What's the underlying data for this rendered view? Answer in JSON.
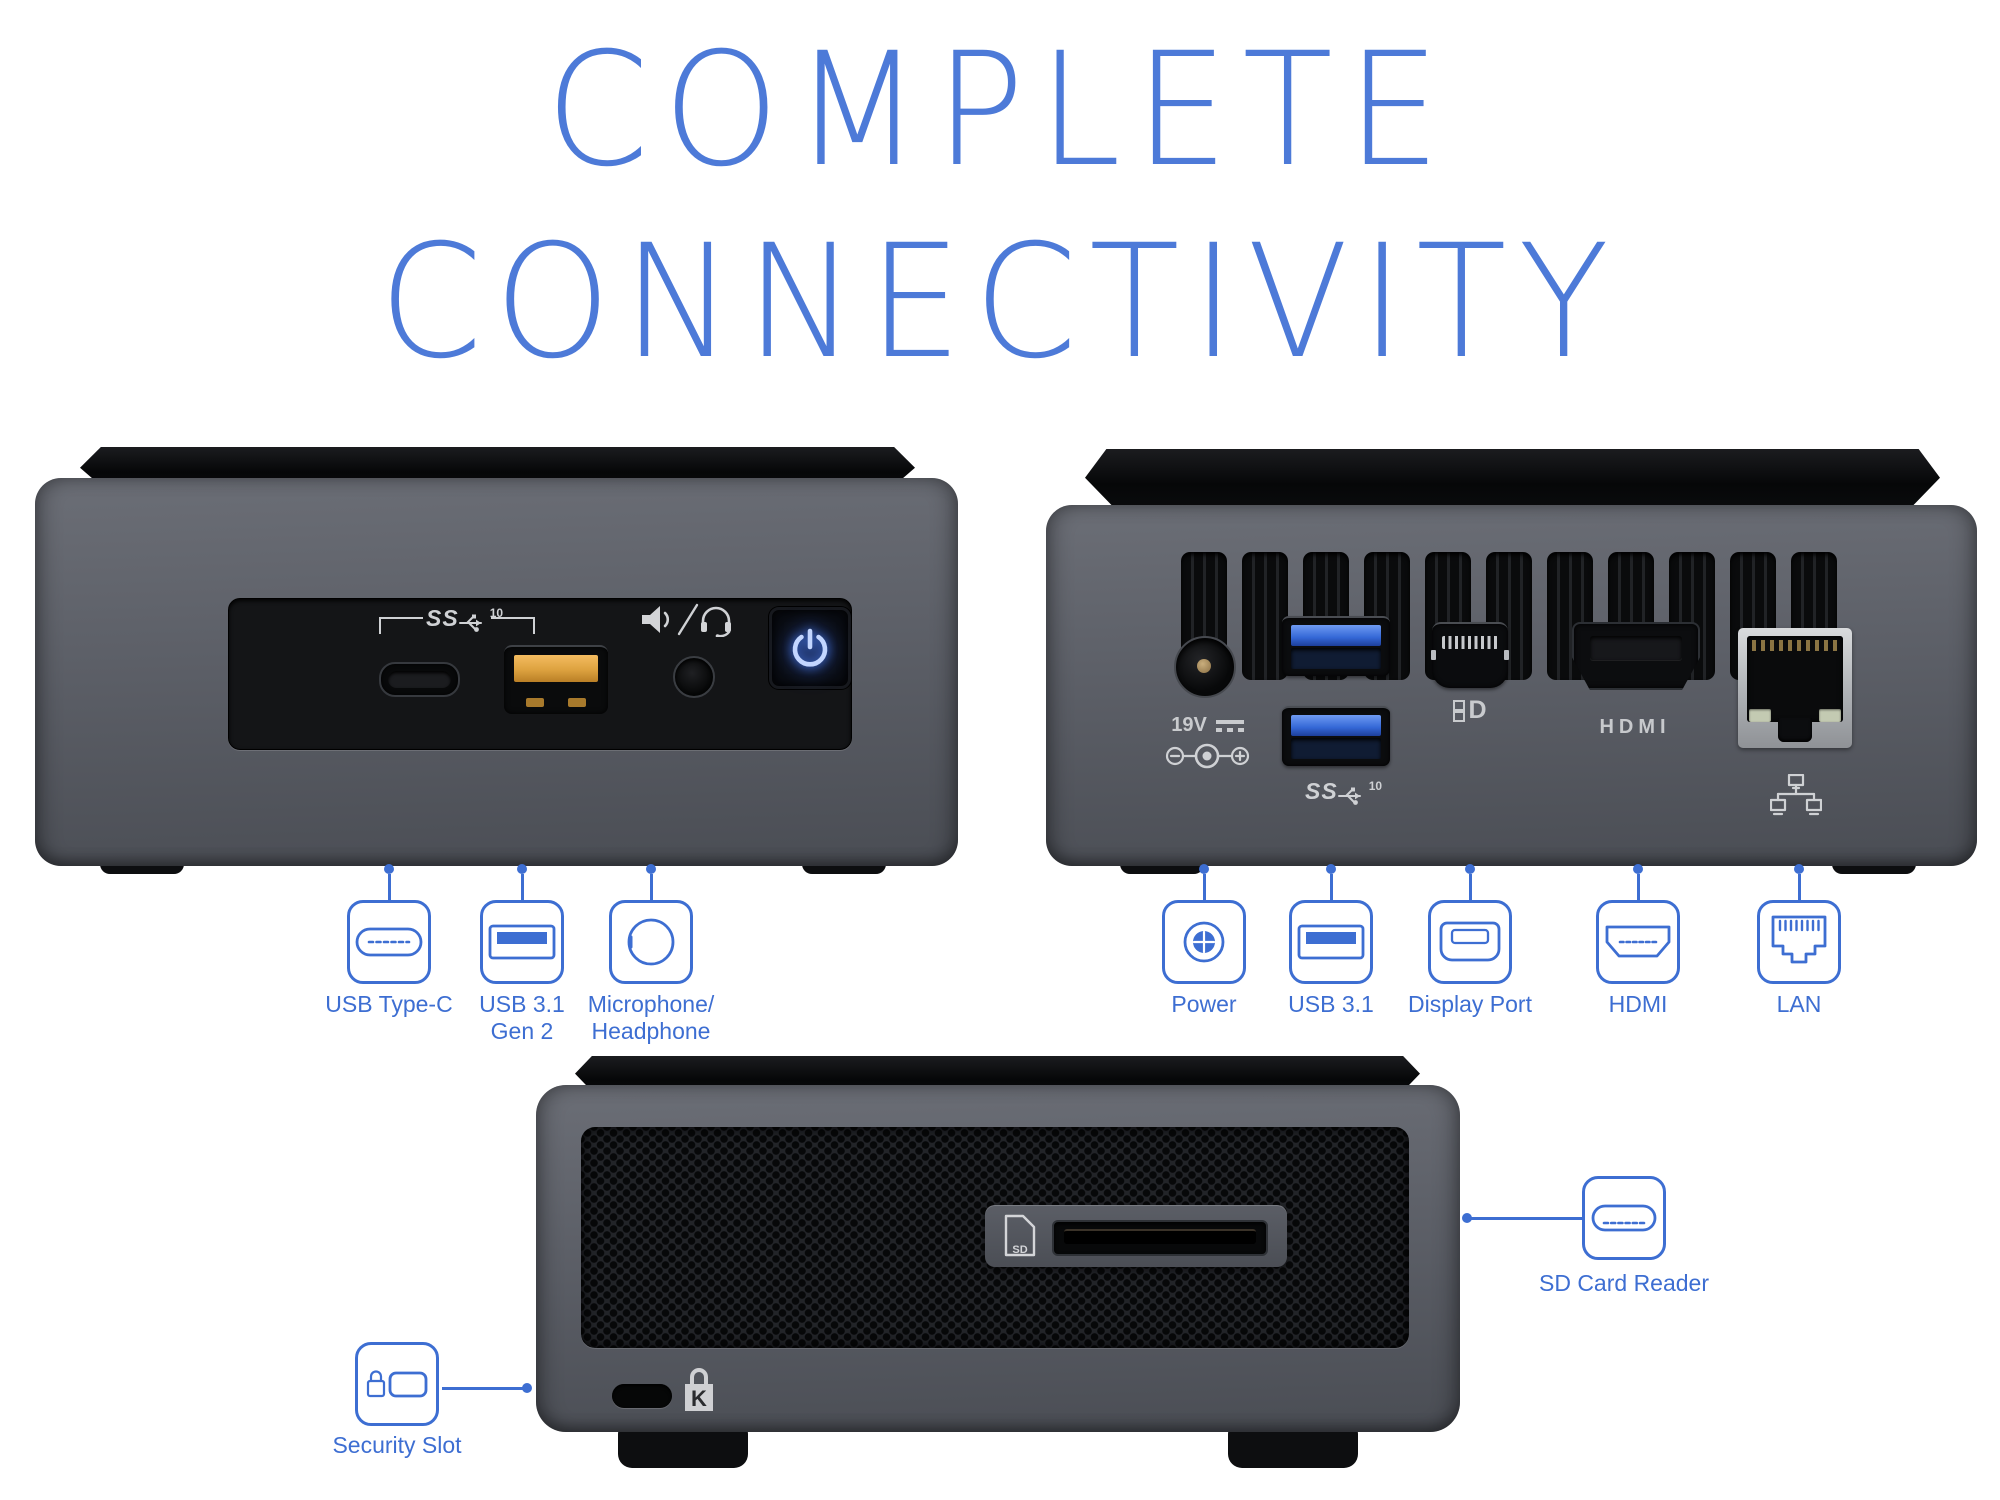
{
  "accent_color": "#3d6ed2",
  "title_color": "#4d7ad8",
  "title": {
    "line1": "COMPLETE",
    "line2": "CONNECTIVITY"
  },
  "front_view": {
    "ss_label": "SS",
    "ss_sup": "10",
    "icons": [
      "usb-c-port",
      "usb-a-orange-port",
      "speaker-icon",
      "headset-icon",
      "audio-jack",
      "power-button"
    ],
    "callouts": [
      {
        "label": "USB Type-C",
        "icon": "usb-type-c-icon"
      },
      {
        "label": "USB 3.1",
        "label2": "Gen 2",
        "icon": "usb-a-icon"
      },
      {
        "label": "Microphone/",
        "label2": "Headphone",
        "icon": "audio-jack-icon"
      }
    ]
  },
  "back_view": {
    "power_voltage": "19V",
    "ss_label": "SS",
    "ss_sup": "10",
    "hdmi_text": "HDMI",
    "dp_letter": "D",
    "icons": [
      "dc-power-jack",
      "usb-a-blue-ports",
      "mini-displayport",
      "hdmi-port",
      "rj45-port",
      "lan-tree-icon",
      "polarity-icon"
    ],
    "callouts": [
      {
        "label": "Power",
        "icon": "power-plug-icon"
      },
      {
        "label": "USB 3.1",
        "icon": "usb-a-icon"
      },
      {
        "label": "Display Port",
        "icon": "mini-dp-icon"
      },
      {
        "label": "HDMI",
        "icon": "hdmi-icon"
      },
      {
        "label": "LAN",
        "icon": "rj45-icon"
      }
    ]
  },
  "bottom_view": {
    "sd_text": "SD",
    "k_letter": "K",
    "icons": [
      "mesh-grille",
      "sd-card-slot",
      "kensington-slot"
    ],
    "callouts": [
      {
        "label": "SD Card Reader",
        "icon": "sd-slot-icon"
      },
      {
        "label": "Security Slot",
        "icon": "lock-slot-icon"
      }
    ]
  }
}
